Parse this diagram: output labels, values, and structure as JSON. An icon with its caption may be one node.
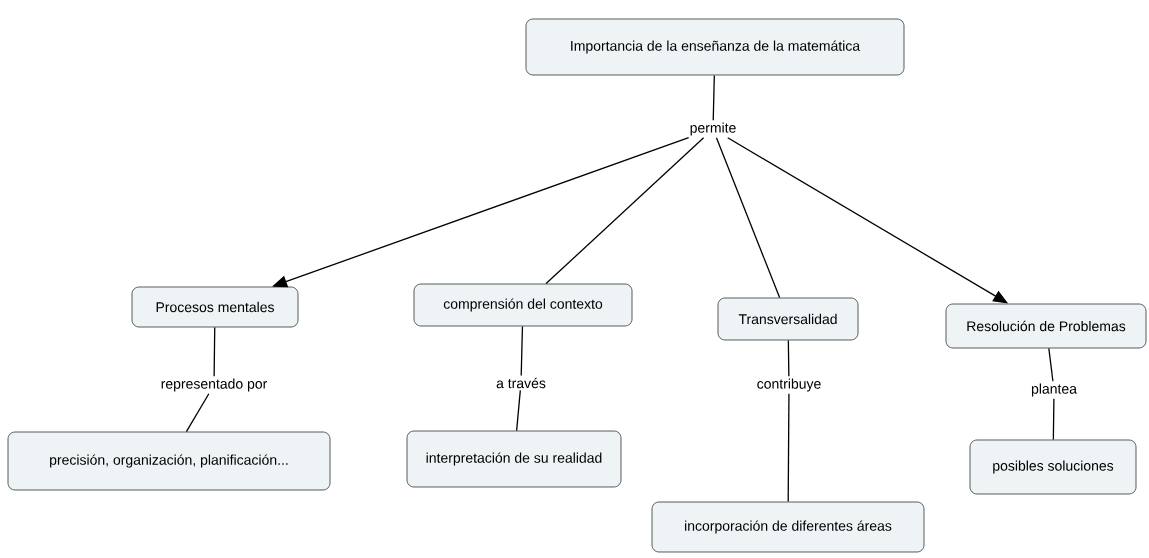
{
  "diagram": {
    "nodes": [
      {
        "text": [
          "Importancia de la enseñanza de la matemática"
        ]
      },
      {
        "text": [
          "Procesos mentales"
        ]
      },
      {
        "text": [
          "comprensión del contexto"
        ]
      },
      {
        "text": [
          "Transversalidad"
        ]
      },
      {
        "text": [
          "Resolución de Problemas"
        ]
      },
      {
        "text": [
          "precisión, organización, planificación..."
        ]
      },
      {
        "text": [
          "interpretación de su realidad"
        ]
      },
      {
        "text": [
          "incorporación de diferentes áreas"
        ]
      },
      {
        "text": [
          "posibles soluciones"
        ]
      },
      {
        "text": [
          "permite"
        ]
      },
      {
        "text": [
          "representado por"
        ]
      },
      {
        "text": [
          "a través"
        ]
      },
      {
        "text": [
          "contribuye"
        ]
      },
      {
        "text": [
          "plantea"
        ]
      }
    ],
    "edges": [
      {
        "from": 0,
        "to": 9,
        "arrow": "none"
      },
      {
        "from": 9,
        "to": 1,
        "arrow": "to"
      },
      {
        "from": 9,
        "to": 2,
        "arrow": "none"
      },
      {
        "from": 9,
        "to": 3,
        "arrow": "none"
      },
      {
        "from": 9,
        "to": 4,
        "arrow": "to"
      },
      {
        "from": 1,
        "to": 10,
        "arrow": "none"
      },
      {
        "from": 10,
        "to": 5,
        "arrow": "none"
      },
      {
        "from": 2,
        "to": 11,
        "arrow": "none"
      },
      {
        "from": 11,
        "to": 6,
        "arrow": "none"
      },
      {
        "from": 3,
        "to": 12,
        "arrow": "none"
      },
      {
        "from": 12,
        "to": 7,
        "arrow": "none"
      },
      {
        "from": 4,
        "to": 13,
        "arrow": "none"
      },
      {
        "from": 13,
        "to": 8,
        "arrow": "none"
      }
    ]
  }
}
